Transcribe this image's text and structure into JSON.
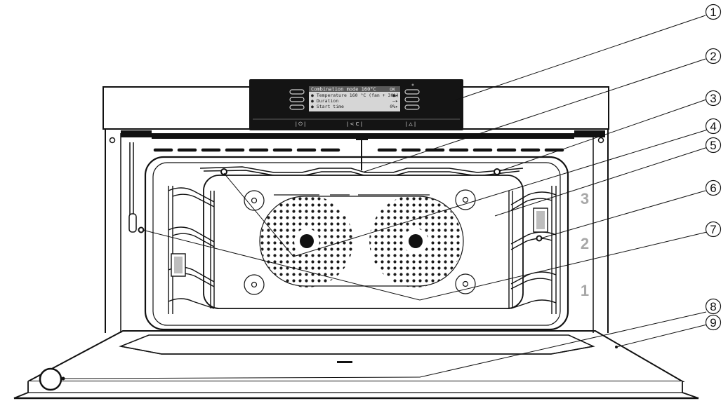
{
  "display": {
    "title": "Combination mode 160°C",
    "line1": "● Temperature  160 °C  (fan + 30%)",
    "line2": "● Duration",
    "line3": "● Start time",
    "right1": "●▸",
    "right2": "—▸",
    "right3": "0%▸",
    "right0": "OK"
  },
  "controls": {
    "power_symbol": "| ⏻ |",
    "back_symbol": "| < C |",
    "light_symbol": "| △ |"
  },
  "callouts": [
    "1",
    "2",
    "3",
    "4",
    "5",
    "6",
    "7",
    "8",
    "9"
  ],
  "shelf_levels": [
    "3",
    "2",
    "1"
  ]
}
